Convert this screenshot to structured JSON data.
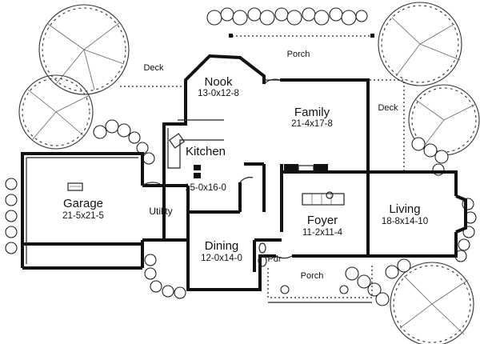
{
  "rooms": {
    "nook": {
      "name": "Nook",
      "dims": "13-0x12-8"
    },
    "family": {
      "name": "Family",
      "dims": "21-4x17-8"
    },
    "kitchen": {
      "name": "Kitchen",
      "dims": "15-0x16-0"
    },
    "garage": {
      "name": "Garage",
      "dims": "21-5x21-5"
    },
    "utility": {
      "name": "Utility"
    },
    "dining": {
      "name": "Dining",
      "dims": "12-0x14-0"
    },
    "foyer": {
      "name": "Foyer",
      "dims": "11-2x11-4"
    },
    "living": {
      "name": "Living",
      "dims": "18-8x14-10"
    },
    "powder": {
      "name": "Pdr"
    }
  },
  "exterior": {
    "deck_left": "Deck",
    "deck_right": "Deck",
    "porch_rear": "Porch",
    "porch_front": "Porch"
  },
  "colors": {
    "ink": "#111111",
    "background": "#ffffff"
  }
}
